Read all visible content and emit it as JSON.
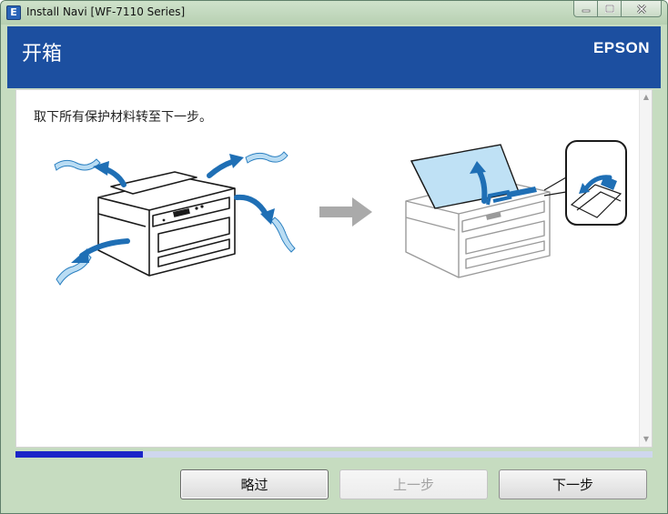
{
  "window": {
    "title": "Install Navi [WF-7110 Series]",
    "icon_letter": "E"
  },
  "header": {
    "title": "开箱",
    "brand": "EPSON"
  },
  "content": {
    "instruction": "取下所有保护材料转至下一步。"
  },
  "progress": {
    "fraction": 0.2
  },
  "buttons": {
    "skip": "略过",
    "back": "上一步",
    "next": "下一步"
  },
  "colors": {
    "header_bg": "#1c4fa0",
    "progress_fill": "#1a25c8",
    "progress_track": "#cfd7ee",
    "tape_blue": "#1f6fb5",
    "tape_light": "#b9dcf3"
  },
  "icons": {
    "window": "app-icon",
    "minimize": "minimize-icon",
    "maximize": "maximize-icon",
    "close": "close-icon",
    "arrow": "right-arrow-icon"
  }
}
